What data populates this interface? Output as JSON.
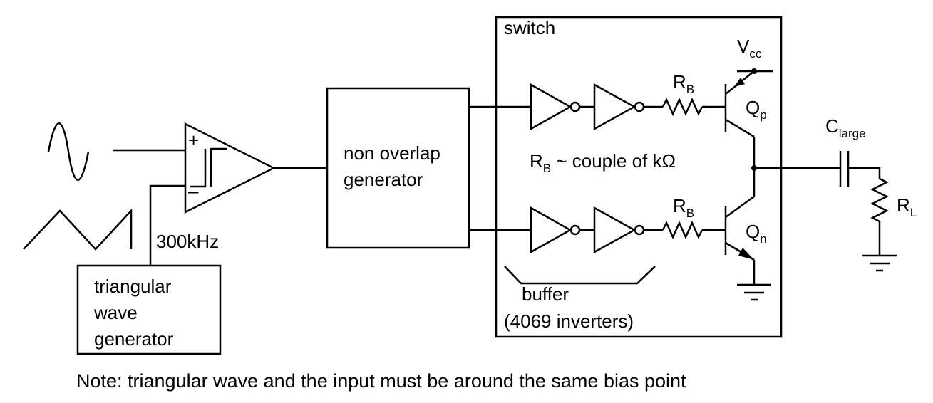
{
  "labels": {
    "switch": "switch",
    "vcc_main": "V",
    "vcc_sub": "cc",
    "rb_top_main": "R",
    "rb_top_sub": "B",
    "rb_bottom_main": "R",
    "rb_bottom_sub": "B",
    "qp_main": "Q",
    "qp_sub": "p",
    "qn_main": "Q",
    "qn_sub": "n",
    "clarge_main": "C",
    "clarge_sub": "large",
    "rl_main": "R",
    "rl_sub": "L",
    "rb_note_main": "R",
    "rb_note_sub": "B",
    "rb_note_rest": " ~ couple of kΩ",
    "nonoverlap_line1": "non overlap",
    "nonoverlap_line2": "generator",
    "triangular_line1": "triangular",
    "triangular_line2": "wave",
    "triangular_line3": "generator",
    "frequency": "300kHz",
    "buffer_line1": "buffer",
    "buffer_line2": "(4069 inverters)",
    "plus": "+",
    "minus": "–",
    "note": "Note: triangular wave and the input must be around the same bias point"
  }
}
